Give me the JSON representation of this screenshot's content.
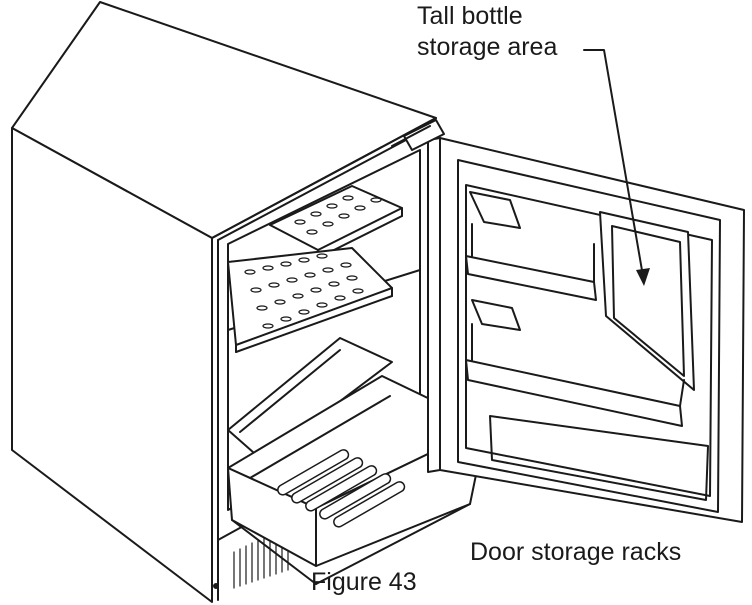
{
  "labels": {
    "tall_bottle_line1": "Tall bottle",
    "tall_bottle_line2": "storage area",
    "door_racks": "Door storage racks",
    "figure": "Figure 43"
  },
  "colors": {
    "line": "#1a1a1a",
    "fill": "#ffffff",
    "shade": "#d9d9d9"
  }
}
